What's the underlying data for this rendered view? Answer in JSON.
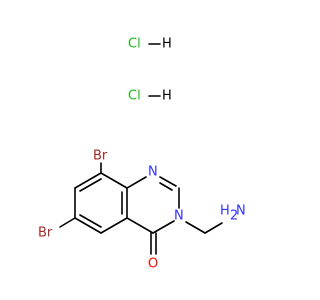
{
  "molecule": {
    "salts": [
      {
        "left": "Cl",
        "right": "H"
      },
      {
        "left": "Cl",
        "right": "H"
      }
    ],
    "atoms": {
      "br_top": "Br",
      "br_left": "Br",
      "n_top": "N",
      "n_ring": "N",
      "nh2_n": "N",
      "nh2_h": "H",
      "nh2_sub": "2",
      "o": "O"
    },
    "colors": {
      "bond": "#000000",
      "carbon": "#000000",
      "halogen_cl": "#1fb81f",
      "halogen_br": "#a52a2a",
      "nitrogen": "#3333ff",
      "oxygen": "#ff0d0d"
    }
  }
}
